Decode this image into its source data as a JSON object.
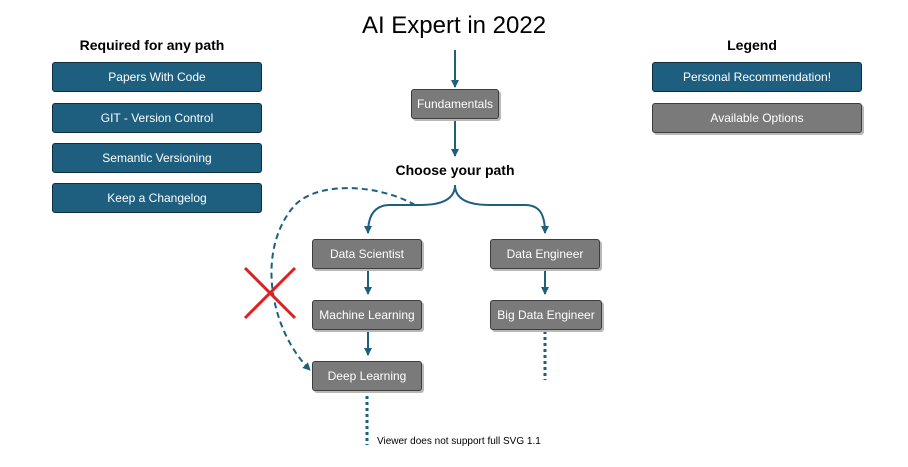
{
  "title": "AI Expert in 2022",
  "required": {
    "heading": "Required for any path",
    "items": [
      "Papers With Code",
      "GIT - Version Control",
      "Semantic Versioning",
      "Keep a Changelog"
    ]
  },
  "legend": {
    "heading": "Legend",
    "recommendation": "Personal Recommendation!",
    "options": "Available Options"
  },
  "flow": {
    "fundamentals": "Fundamentals",
    "choose": "Choose your path",
    "data_scientist": "Data Scientist",
    "machine_learning": "Machine Learning",
    "deep_learning": "Deep Learning",
    "data_engineer": "Data Engineer",
    "big_data_engineer": "Big Data Engineer"
  },
  "note": "Viewer does not support full SVG 1.1",
  "colors": {
    "recommended": "#1e5f80",
    "option": "#7a7a7a",
    "arrow": "#1e5f80",
    "cross": "#e02020"
  }
}
